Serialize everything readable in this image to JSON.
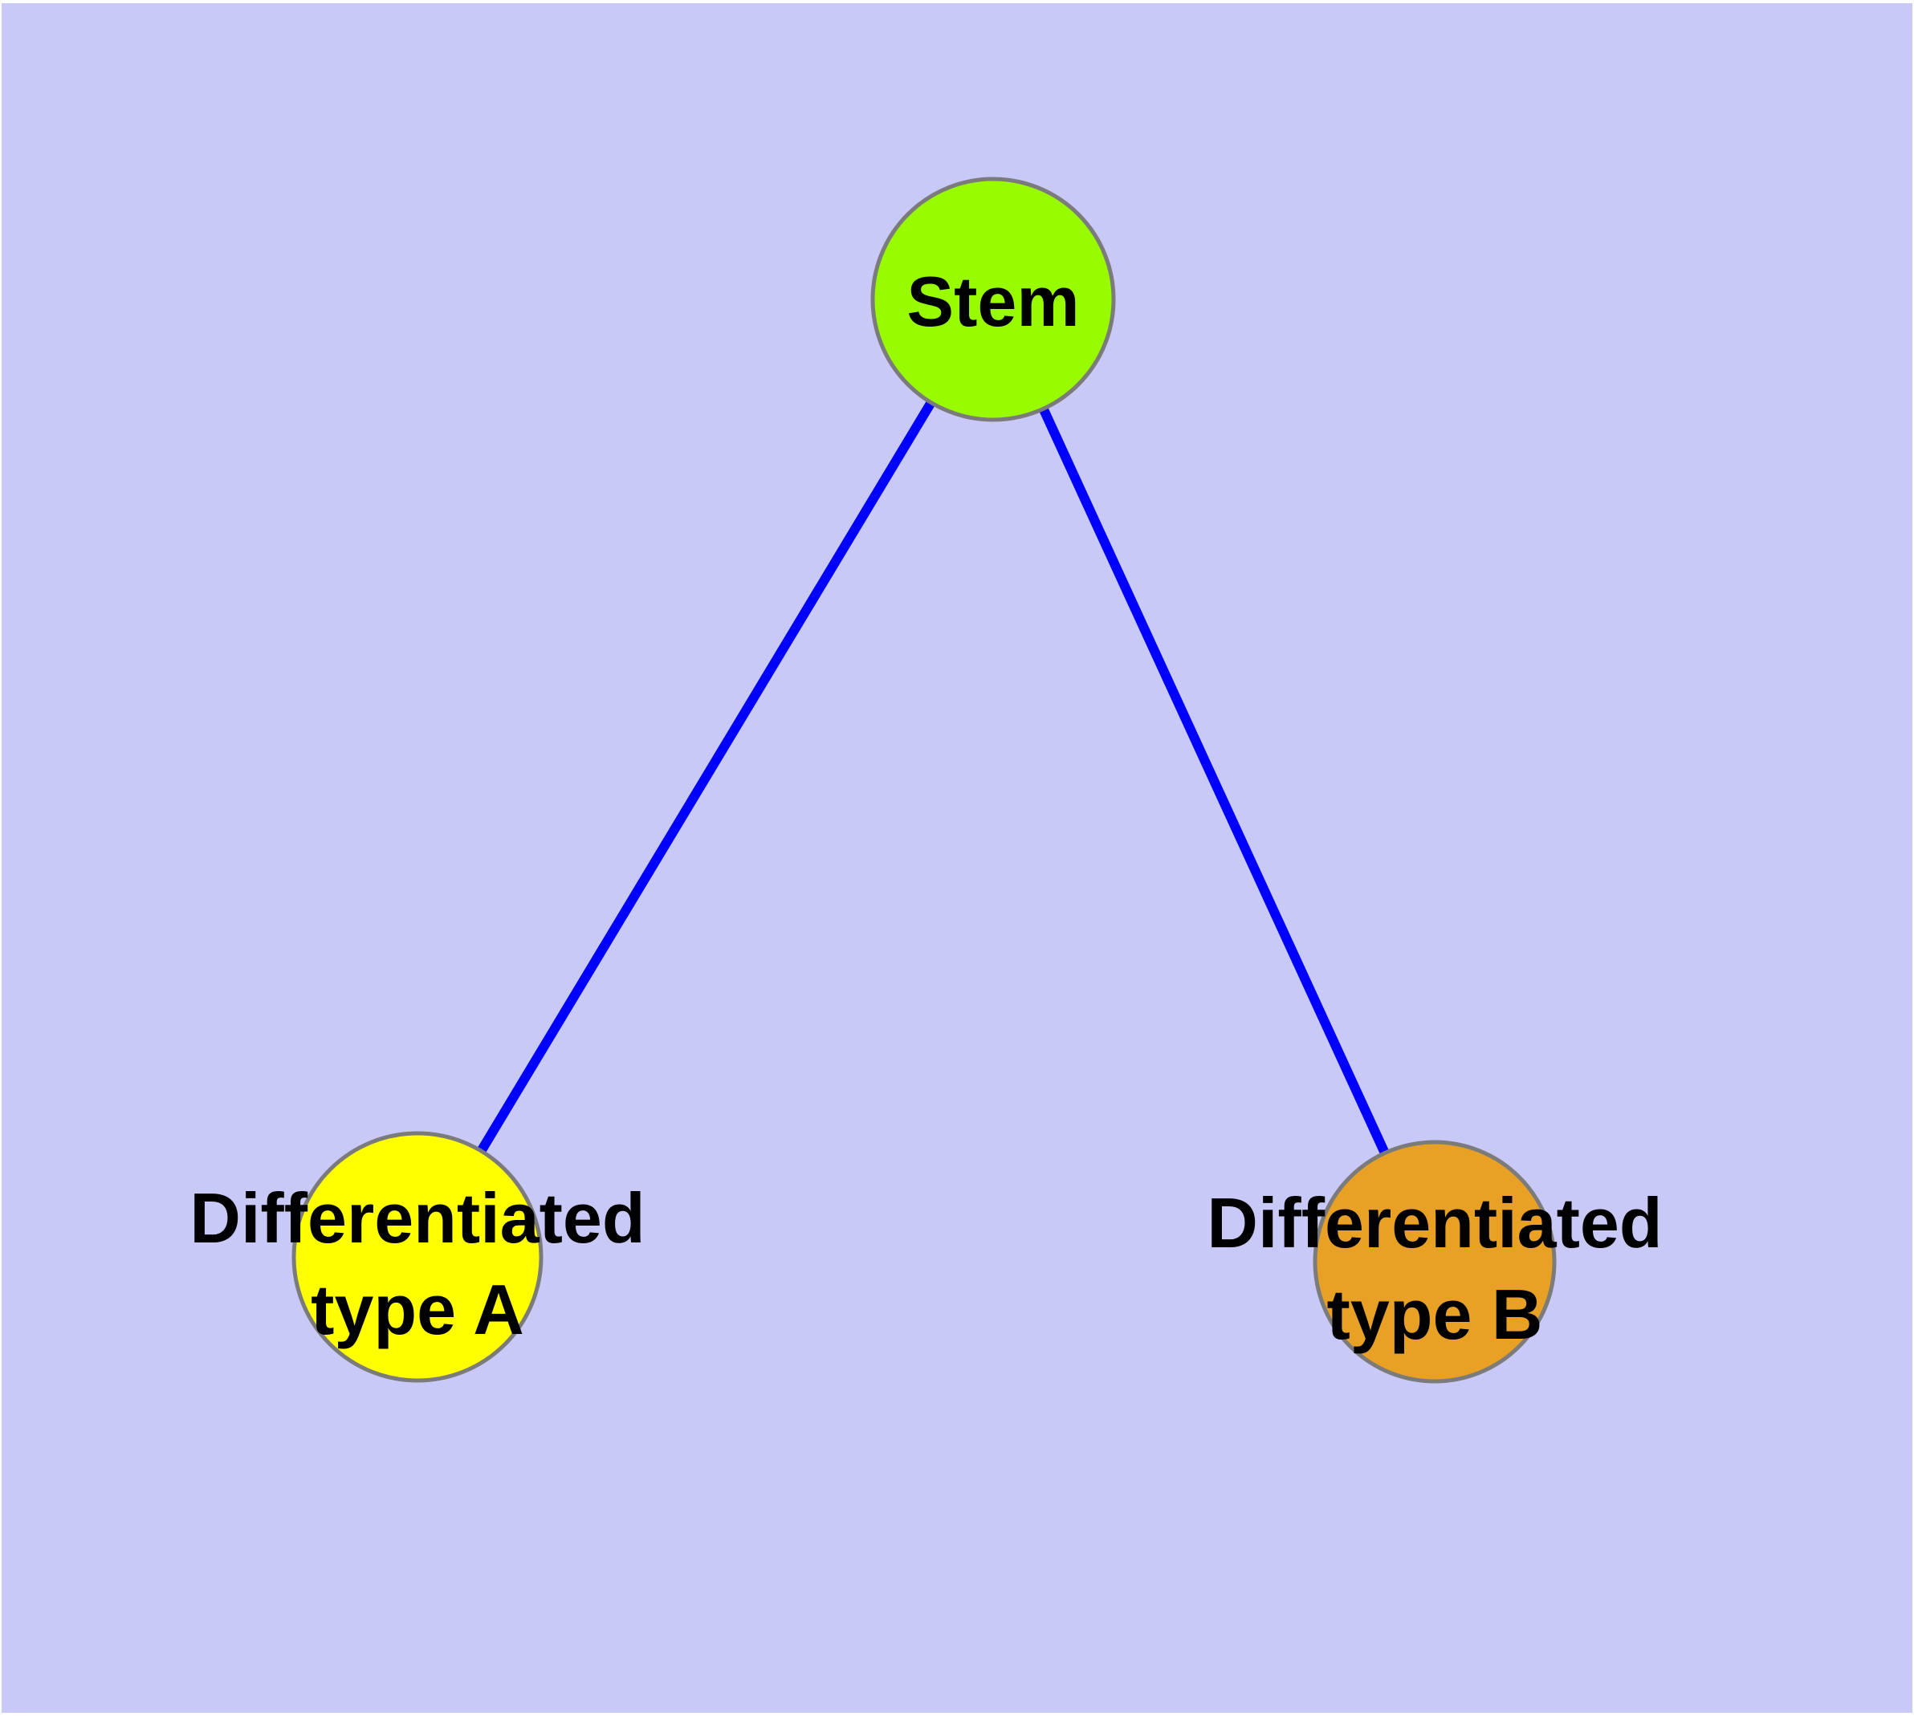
{
  "figure": {
    "background_color": "#c9c9f8",
    "margin_color": "#ffffff"
  },
  "graph": {
    "edge_color": "#0000ff",
    "node_border_color": "#7b7b7b",
    "text_color": "#000000",
    "nodes": [
      {
        "id": "stem",
        "label": "Stem",
        "fill": "#99fb00"
      },
      {
        "id": "differentiated-type-a",
        "label": "Differentiated type A",
        "label_lines": [
          "Differentiated",
          "type A"
        ],
        "fill": "#ffff00"
      },
      {
        "id": "differentiated-type-b",
        "label": "Differentiated type B",
        "label_lines": [
          "Differentiated",
          "type B"
        ],
        "fill": "#e8a025"
      }
    ],
    "edges": [
      {
        "from": "stem",
        "to": "differentiated-type-a"
      },
      {
        "from": "stem",
        "to": "differentiated-type-b"
      }
    ]
  }
}
